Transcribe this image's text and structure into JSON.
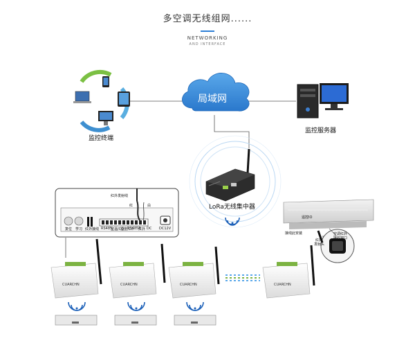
{
  "header": {
    "title": "多空调无线组网......",
    "subtitle": "NETWORKING",
    "subtitle_small": "AND INTERFACE"
  },
  "nodes": {
    "cloud": "局域网",
    "monitor_terminal": "监控终端",
    "monitor_server": "监控服务器",
    "concentrator": "LoRa无线集中器"
  },
  "wiring_panel": {
    "ir_line": "红外发射线",
    "red": "红",
    "white": "白",
    "buttons": [
      "复位",
      "学习",
      "红外接线"
    ],
    "terminal_labels": [
      "RS485",
      "室温/CO",
      "湿度/CO",
      "RS485B",
      "红外",
      "DC"
    ],
    "power": "DC12V"
  },
  "device": {
    "brand": "CUARCHN"
  },
  "ac_unit": {
    "label1": "遥控IO",
    "label2": "接线此安装",
    "callout1": "空调红外",
    "callout2": "接收窗口",
    "callout3": "红外",
    "callout4": "发射头"
  },
  "colors": {
    "accent": "#2d7fd6",
    "cloud": "#3a8fde",
    "line": "#555555",
    "signal": "#1a5fb8"
  }
}
